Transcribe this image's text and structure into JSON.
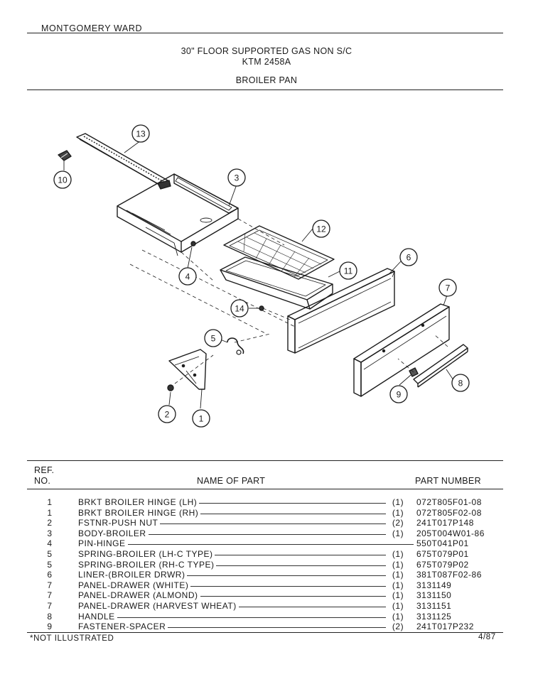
{
  "header": {
    "brand": "MONTGOMERY WARD",
    "title_line1": "30\" FLOOR SUPPORTED GAS NON S/C",
    "title_line2": "KTM 2458A",
    "section": "BROILER PAN"
  },
  "diagram": {
    "callouts": [
      "13",
      "10",
      "3",
      "12",
      "4",
      "6",
      "11",
      "7",
      "14",
      "5",
      "8",
      "9",
      "2",
      "1"
    ]
  },
  "table": {
    "col_ref_line1": "REF.",
    "col_ref_line2": "NO.",
    "col_name": "NAME OF PART",
    "col_part": "PART NUMBER",
    "rows": [
      {
        "ref": "1",
        "name": "BRKT BROILER HINGE (LH)",
        "qty": "(1)",
        "part": "072T805F01-08"
      },
      {
        "ref": "1",
        "name": "BRKT BROILER HINGE (RH)",
        "qty": "(1)",
        "part": "072T805F02-08"
      },
      {
        "ref": "2",
        "name": "FSTNR-PUSH NUT",
        "qty": "(2)",
        "part": "241T017P148"
      },
      {
        "ref": "3",
        "name": "BODY-BROILER",
        "qty": "(1)",
        "part": "205T004W01-86"
      },
      {
        "ref": "4",
        "name": "PIN-HINGE",
        "qty": "",
        "part": "550T041P01"
      },
      {
        "ref": "5",
        "name": "SPRING-BROILER (LH-C TYPE)",
        "qty": "(1)",
        "part": "675T079P01"
      },
      {
        "ref": "5",
        "name": "SPRING-BROILER (RH-C TYPE)",
        "qty": "(1)",
        "part": "675T079P02"
      },
      {
        "ref": "6",
        "name": "LINER-(BROILER DRWR)",
        "qty": "(1)",
        "part": "381T087F02-86"
      },
      {
        "ref": "7",
        "name": "PANEL-DRAWER (WHITE)",
        "qty": "(1)",
        "part": "3131149"
      },
      {
        "ref": "7",
        "name": "PANEL-DRAWER (ALMOND)",
        "qty": "(1)",
        "part": "3131150"
      },
      {
        "ref": "7",
        "name": "PANEL-DRAWER (HARVEST WHEAT)",
        "qty": "(1)",
        "part": "3131151"
      },
      {
        "ref": "8",
        "name": "HANDLE",
        "qty": "(1)",
        "part": "3131125"
      },
      {
        "ref": "9",
        "name": "FASTENER-SPACER",
        "qty": "(2)",
        "part": "241T017P232"
      }
    ]
  },
  "footer": {
    "note": "*NOT ILLUSTRATED",
    "date": "4/87"
  }
}
